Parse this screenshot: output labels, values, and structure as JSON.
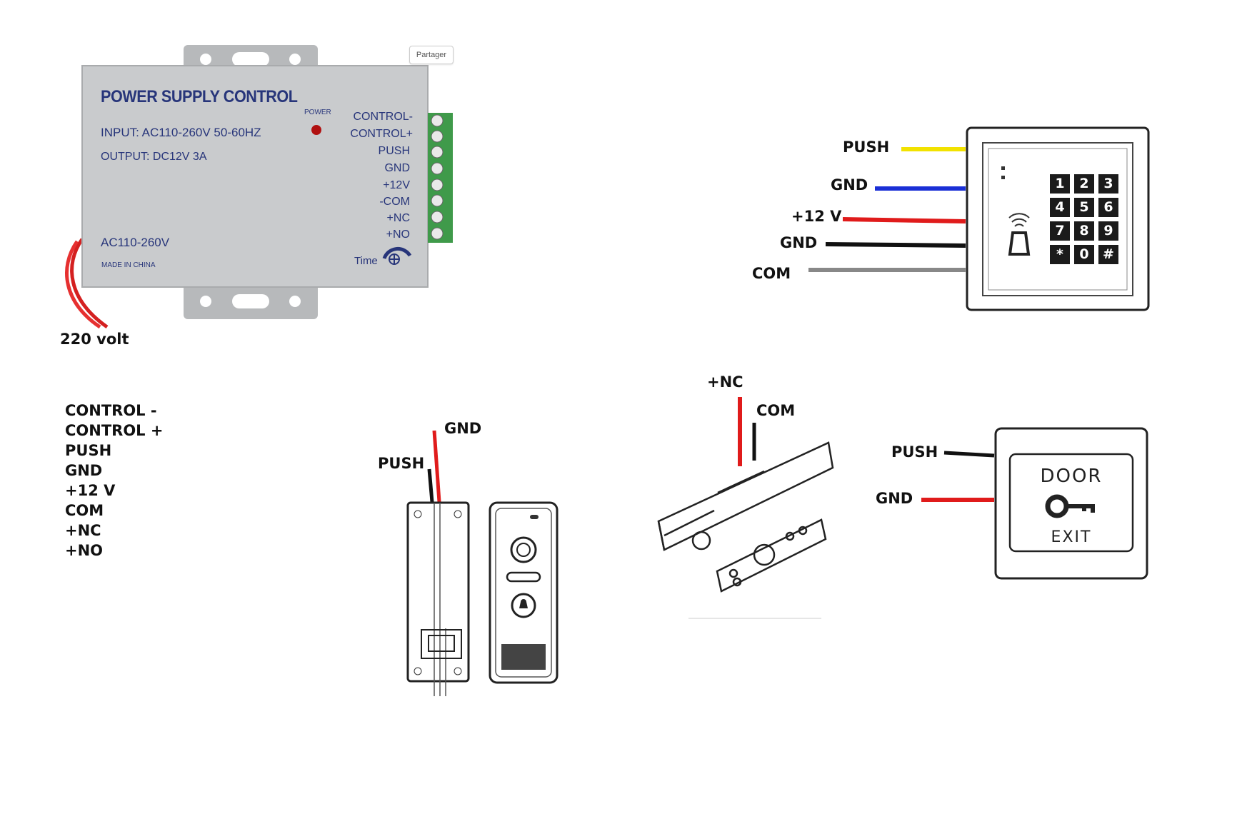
{
  "share_label": "Partager",
  "psu": {
    "title": "POWER SUPPLY CONTROL",
    "input": "INPUT: AC110-260V 50-60HZ",
    "output": "OUTPUT: DC12V 3A",
    "ac": "AC110-260V",
    "made_in": "MADE IN CHINA",
    "power_led_label": "POWER",
    "time_label": "Time",
    "terminals": [
      "CONTROL-",
      "CONTROL+",
      "PUSH",
      "GND",
      "+12V",
      "-COM",
      "+NC",
      "+NO"
    ],
    "mains_label": "220 volt"
  },
  "keypad": {
    "wires": [
      "PUSH",
      "GND",
      "+12 V",
      "GND",
      "COM"
    ],
    "keys": [
      "1",
      "2",
      "3",
      "4",
      "5",
      "6",
      "7",
      "8",
      "9",
      "*",
      "0",
      "#"
    ]
  },
  "legend": [
    "CONTROL -",
    "CONTROL +",
    "PUSH",
    "GND",
    "+12 V",
    "COM",
    "+NC",
    "+NO"
  ],
  "intercom": {
    "push": "PUSH",
    "gnd": "GND"
  },
  "lock": {
    "nc": "+NC",
    "com": "COM"
  },
  "exit_button": {
    "push": "PUSH",
    "gnd": "GND",
    "door": "DOOR",
    "exit": "EXIT"
  },
  "colors": {
    "yellow": "#f2e200",
    "blue": "#1a2fd6",
    "red": "#e01b1b",
    "black": "#111111",
    "gray": "#888888",
    "psu_body": "#c9cbcd",
    "terminal_green": "#3f9a4a"
  }
}
